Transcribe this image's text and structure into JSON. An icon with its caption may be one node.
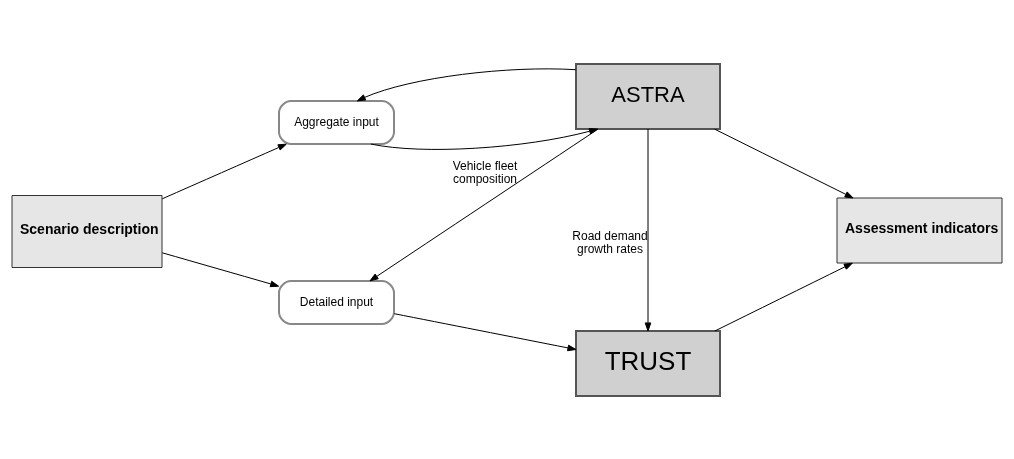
{
  "diagram": {
    "nodes": [
      {
        "text": [
          "Scenario description"
        ]
      },
      {
        "text": [
          "Aggregate input"
        ]
      },
      {
        "text": [
          "Detailed input"
        ]
      },
      {
        "text": [
          "ASTRA"
        ]
      },
      {
        "text": [
          "TRUST"
        ]
      },
      {
        "text": [
          "Assessment indicators"
        ]
      }
    ],
    "edges": [
      {
        "from": 0,
        "to": 1,
        "arrow": "to"
      },
      {
        "from": 0,
        "to": 2,
        "arrow": "to"
      },
      {
        "from": 1,
        "to": 3,
        "arrow": "to"
      },
      {
        "from": 2,
        "to": 4,
        "arrow": "to"
      },
      {
        "from": 3,
        "to": 1,
        "arrow": "to"
      },
      {
        "from": 3,
        "to": 2,
        "arrow": "to",
        "label": "Vehicle fleet composition"
      },
      {
        "from": 3,
        "to": 4,
        "arrow": "to",
        "label": "Road demand growth rates"
      },
      {
        "from": 3,
        "to": 5,
        "arrow": "to"
      },
      {
        "from": 4,
        "to": 5,
        "arrow": "to"
      }
    ]
  }
}
